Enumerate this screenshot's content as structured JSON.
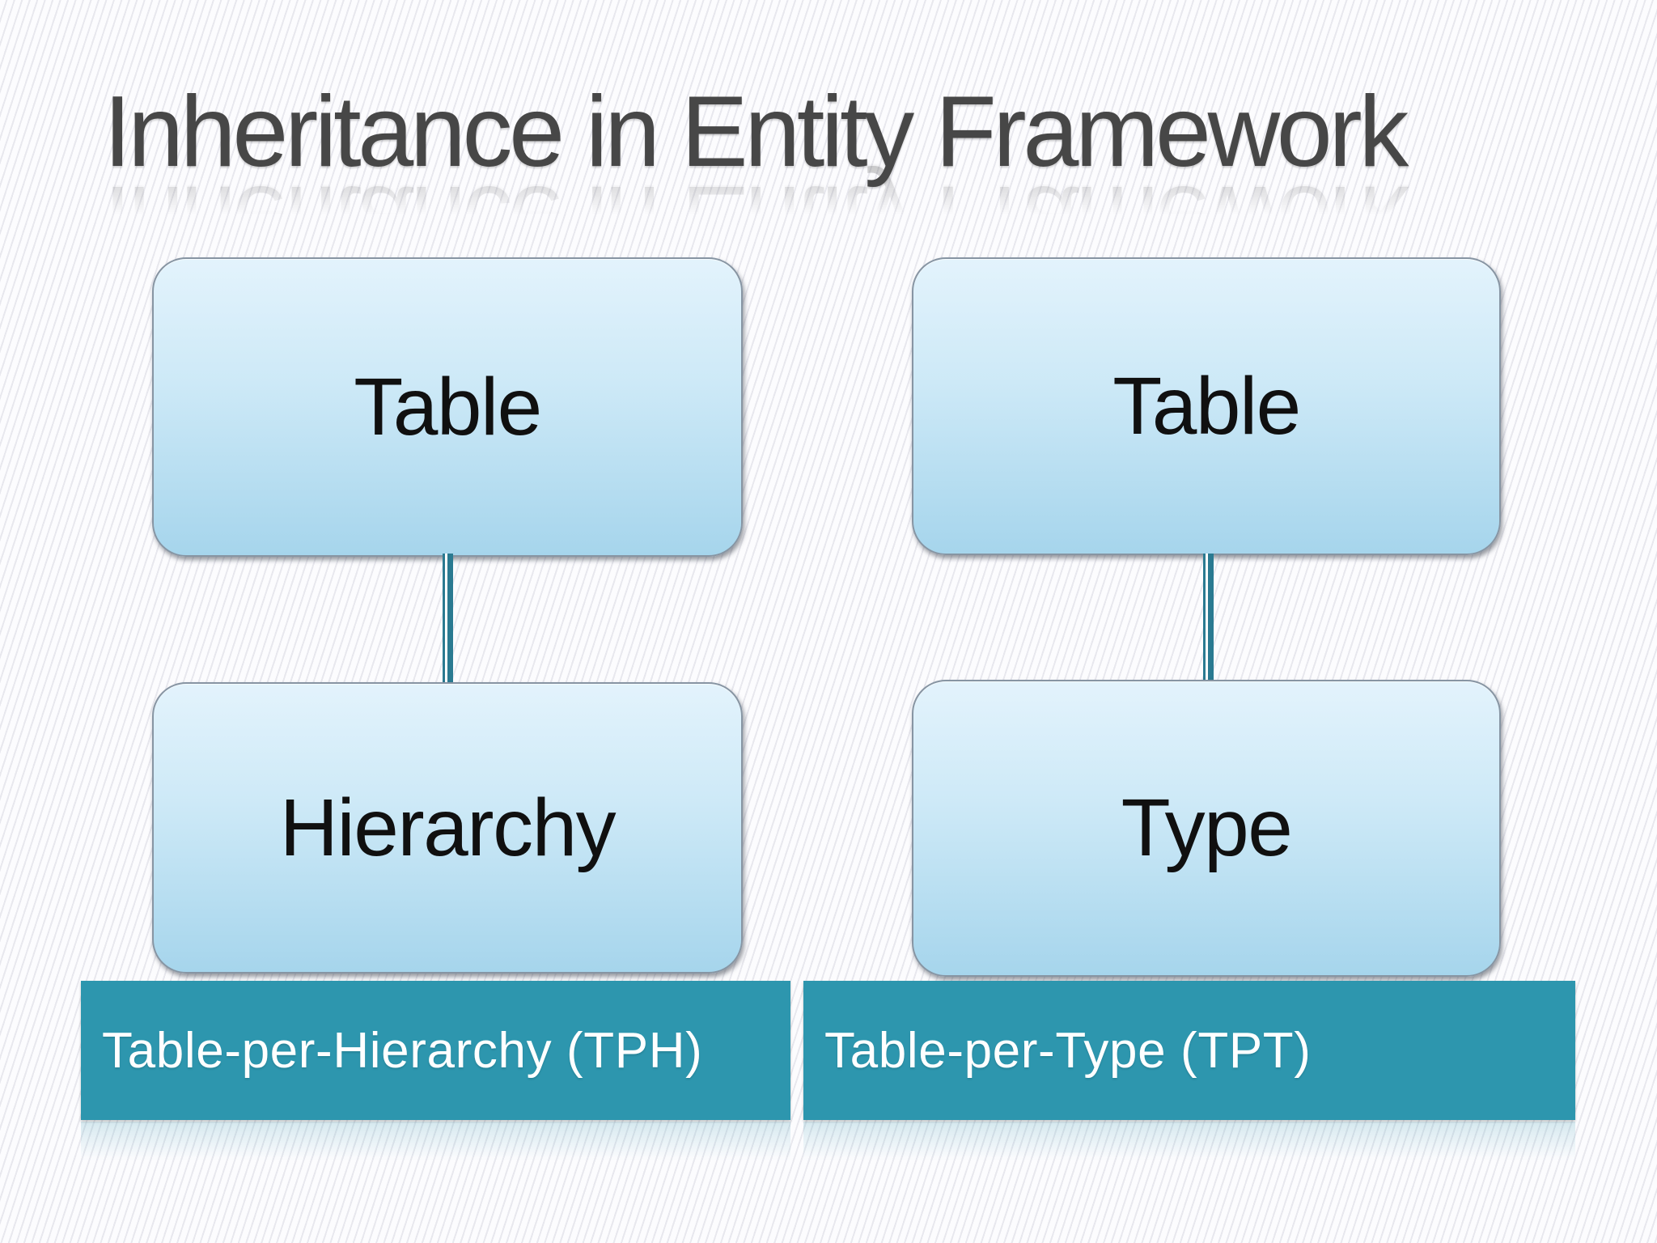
{
  "slide": {
    "title": "Inheritance in Entity Framework"
  },
  "columns": [
    {
      "id": "tph",
      "top_box_label": "Table",
      "bottom_box_label": "Hierarchy",
      "caption": "Table-per-Hierarchy (TPH)"
    },
    {
      "id": "tpt",
      "top_box_label": "Table",
      "bottom_box_label": "Type",
      "caption": "Table-per-Type (TPT)"
    }
  ],
  "colors": {
    "title": "#474747",
    "caption_bar": "#2d96ae",
    "connector": "#2a7a91",
    "box_top": "#e3f3fc",
    "box_bottom": "#a6d5ec",
    "box_border": "#8795a3"
  }
}
